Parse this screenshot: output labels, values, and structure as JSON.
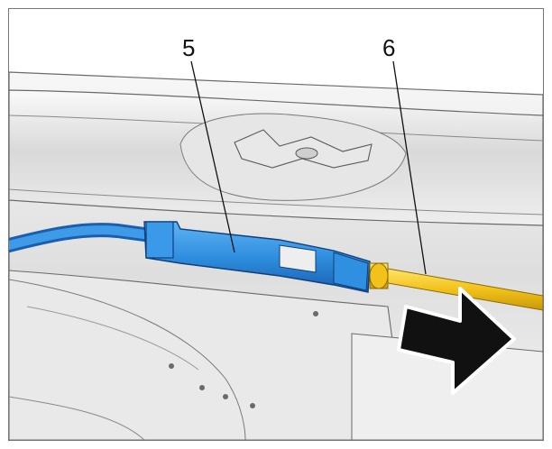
{
  "diagram": {
    "callouts": [
      {
        "label": "5"
      },
      {
        "label": "6"
      }
    ],
    "colors": {
      "connector": "#2f8fe0",
      "connector_dark": "#1a5fae",
      "rod": "#f2c21a",
      "rod_dark": "#c9980b",
      "arrow": "#111111",
      "body_light": "#ededed",
      "body_mid": "#d6d6d6",
      "outline": "#6a6a6a"
    },
    "arrow_direction": "right-down",
    "icons": [
      "direction-arrow-icon"
    ]
  }
}
